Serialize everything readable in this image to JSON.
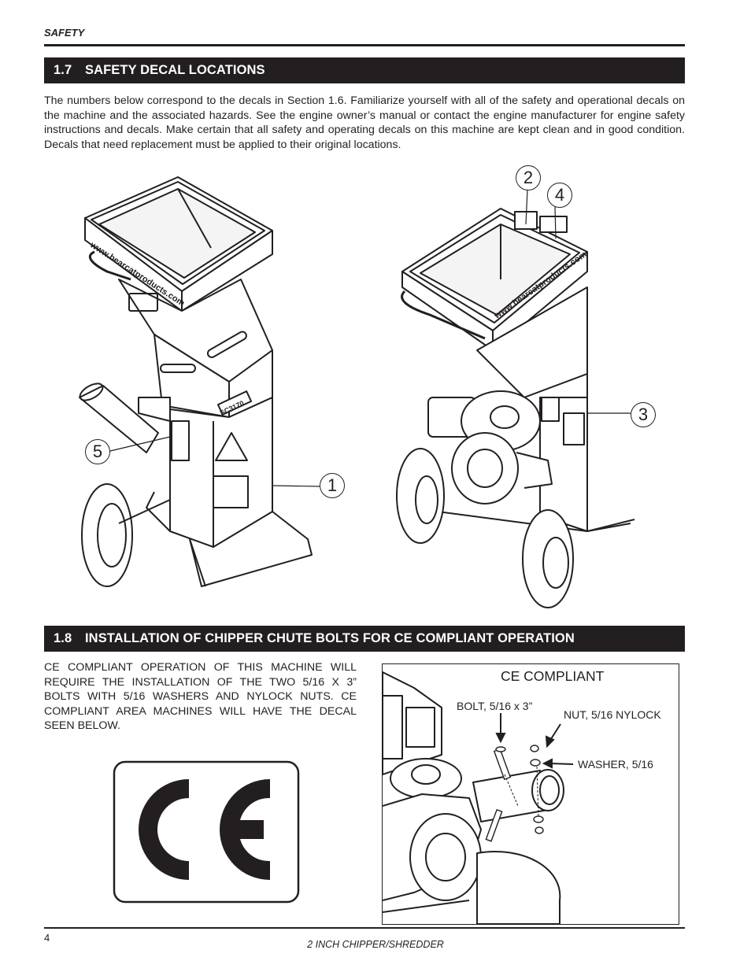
{
  "header": {
    "running_title": "SAFETY"
  },
  "section_17": {
    "number": "1.7",
    "title": "SAFETY DECAL LOCATIONS",
    "body": "The numbers below correspond to the decals in Section 1.6.  Familiarize yourself with all of the safety and operational decals on the machine and the associated hazards.  See the engine owner’s manual or contact the engine manufacturer for engine safety instructions and decals.  Make certain that all safety and operating decals on this machine are kept clean and in good condition. Decals that need replacement must be applied to their original locations."
  },
  "figure_decals": {
    "callouts": [
      "1",
      "2",
      "3",
      "4",
      "5"
    ],
    "left_machine": {
      "hopper_text": "www.bearcatproducts.com",
      "model_badge": "SC3170"
    },
    "right_machine": {
      "hopper_text": "www.bearcatproducts.com"
    }
  },
  "section_18": {
    "number": "1.8",
    "title": "INSTALLATION OF CHIPPER CHUTE BOLTS FOR CE COMPLIANT OPERATION",
    "body": "CE COMPLIANT OPERATION OF THIS MACHINE WILL REQUIRE THE INSTALLATION OF THE TWO 5/16 X 3” BOLTS WITH 5/16 WASHERS AND NYLOCK NUTS. CE COMPLIANT AREA MACHINES WILL HAVE THE DECAL SEEN BELOW."
  },
  "ce_decal": {
    "mark": "CE"
  },
  "ce_figure": {
    "title": "CE COMPLIANT",
    "bolt_label": "BOLT, 5/16 x 3”",
    "nut_label": "NUT, 5/16 NYLOCK",
    "washer_label": "WASHER, 5/16"
  },
  "footer": {
    "page_number": "4",
    "document_title": "2 INCH CHIPPER/SHREDDER"
  }
}
